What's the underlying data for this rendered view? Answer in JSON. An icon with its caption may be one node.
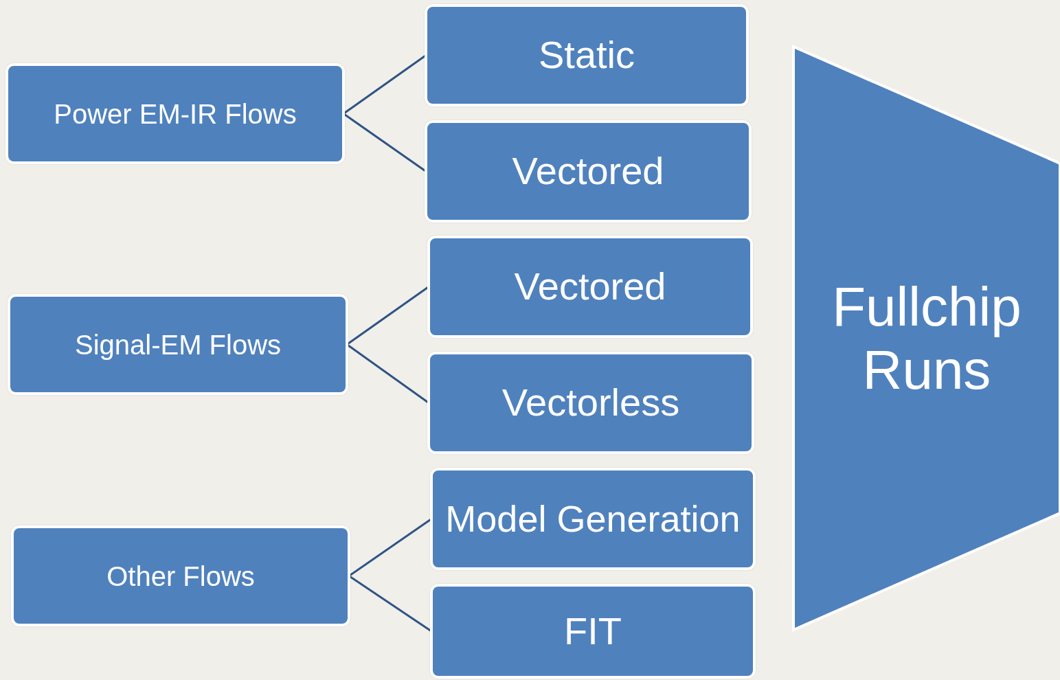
{
  "diagram": {
    "nodes": [
      {
        "text": [
          "Power EM-IR Flows"
        ]
      },
      {
        "text": [
          "Static"
        ]
      },
      {
        "text": [
          "Vectored"
        ]
      },
      {
        "text": [
          "Signal-EM Flows"
        ]
      },
      {
        "text": [
          "Vectored"
        ]
      },
      {
        "text": [
          "Vectorless"
        ]
      },
      {
        "text": [
          "Other Flows"
        ]
      },
      {
        "text": [
          "Model Generation"
        ]
      },
      {
        "text": [
          "FIT"
        ]
      },
      {
        "text": [
          "Fullchip Runs"
        ]
      }
    ],
    "edges": [
      {
        "from": 0,
        "to": 1,
        "arrow": "none"
      },
      {
        "from": 0,
        "to": 2,
        "arrow": "none"
      },
      {
        "from": 3,
        "to": 4,
        "arrow": "none"
      },
      {
        "from": 3,
        "to": 5,
        "arrow": "none"
      },
      {
        "from": 6,
        "to": 7,
        "arrow": "none"
      },
      {
        "from": 6,
        "to": 8,
        "arrow": "none"
      }
    ]
  }
}
